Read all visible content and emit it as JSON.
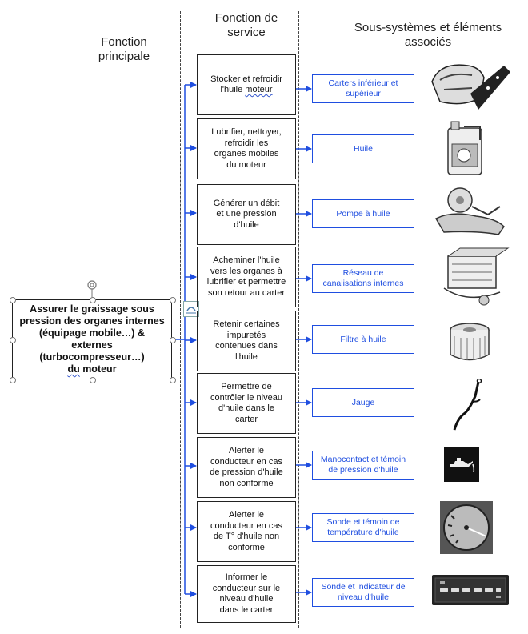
{
  "headers": {
    "principal": [
      "Fonction",
      "principale"
    ],
    "service": [
      "Fonction de",
      "service"
    ],
    "systems": [
      "Sous-systèmes et éléments",
      "associés"
    ]
  },
  "main_function": [
    "Assurer le graissage sous",
    "pression des organes internes",
    "(équipage mobile…) &",
    "externes",
    "(turbocompresseur…)"
  ],
  "main_function_last": {
    "prefix": "du",
    "rest": " moteur"
  },
  "rows": [
    {
      "function": [
        "Stocker et  refroidir",
        "l'huile moteur"
      ],
      "element": [
        "Carters inférieur et",
        "supérieur"
      ],
      "image": "carter-pan-icon"
    },
    {
      "function": [
        "Lubrifier, nettoyer,",
        "refroidir les",
        "organes mobiles",
        "du moteur"
      ],
      "element": [
        "Huile"
      ],
      "image": "oil-can-icon"
    },
    {
      "function": [
        "Générer un débit",
        "et une pression",
        "d'huile"
      ],
      "element": [
        "Pompe à huile"
      ],
      "image": "oil-pump-icon"
    },
    {
      "function": [
        "Acheminer l'huile",
        "vers les organes à",
        "lubrifier et permettre",
        "son retour au carter"
      ],
      "element": [
        "Réseau de",
        "canalisations internes"
      ],
      "image": "engine-block-icon"
    },
    {
      "function": [
        "Retenir certaines",
        "impuretés",
        "contenues dans",
        "l'huile"
      ],
      "element": [
        "Filtre à huile"
      ],
      "image": "oil-filter-icon"
    },
    {
      "function": [
        "Permettre de",
        "contrôler le niveau",
        "d'huile dans le",
        "carter"
      ],
      "element": [
        "Jauge"
      ],
      "image": "dipstick-icon"
    },
    {
      "function": [
        "Alerter le",
        "conducteur en cas",
        "de pression d'huile",
        "non conforme"
      ],
      "element": [
        "Manocontact et témoin",
        "de pression d'huile"
      ],
      "image": "oil-warning-icon"
    },
    {
      "function": [
        "Alerter le",
        "conducteur en cas",
        "de T° d'huile non",
        "conforme"
      ],
      "element": [
        "Sonde et témoin de",
        "température d'huile"
      ],
      "image": "temperature-gauge-icon"
    },
    {
      "function": [
        "Informer le",
        "conducteur sur le",
        "niveau d'huile",
        "dans le carter"
      ],
      "element": [
        "Sonde et indicateur de",
        "niveau d'huile"
      ],
      "image": "level-indicator-icon"
    }
  ],
  "colors": {
    "arrow": "#1f4ee0",
    "box_border": "#222222",
    "element_text": "#1f4ee0"
  }
}
